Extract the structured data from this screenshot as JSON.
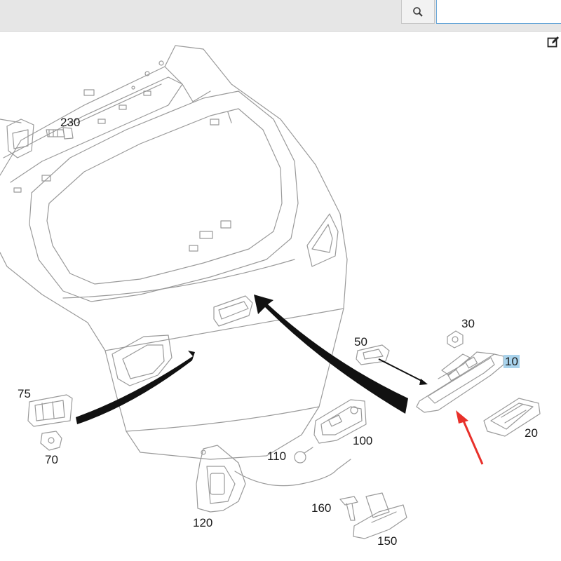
{
  "toolbar": {
    "search_icon": "magnifier-icon",
    "search_value": "",
    "edit_icon": "edit-icon"
  },
  "diagram": {
    "labels": {
      "p10": "10",
      "p20": "20",
      "p30": "30",
      "p50": "50",
      "p70": "70",
      "p75": "75",
      "p100": "100",
      "p110": "110",
      "p120": "120",
      "p150": "150",
      "p160": "160",
      "p230": "230"
    },
    "highlighted_part": "10",
    "highlight_color": "#a9d3ec",
    "arrow_color": "#111111",
    "indicator_arrow_color": "#e8302a",
    "line_color": "#9a9a9a"
  }
}
